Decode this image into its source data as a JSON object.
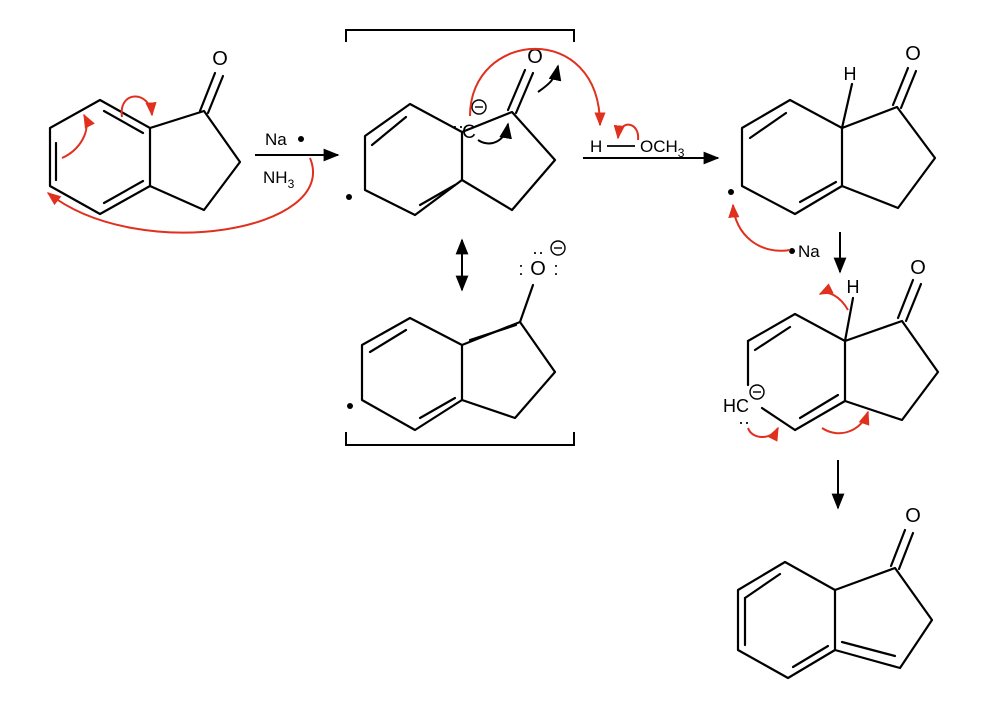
{
  "colors": {
    "ink": "#000000",
    "curly_arrow_red": "#e0301e",
    "background": "#ffffff"
  },
  "labels": {
    "oxygen": "O",
    "hydrogen": "H",
    "carbanion_c": "C",
    "carbanion_hc": "HC",
    "minus": "−",
    "lone_pair": "··"
  },
  "reagents": {
    "sodium": "Na",
    "ammonia_main": "NH",
    "ammonia_sub": "3",
    "methanol_h": "H",
    "methanol_och": "OCH",
    "methanol_sub": "3",
    "sodium_2": "Na"
  }
}
